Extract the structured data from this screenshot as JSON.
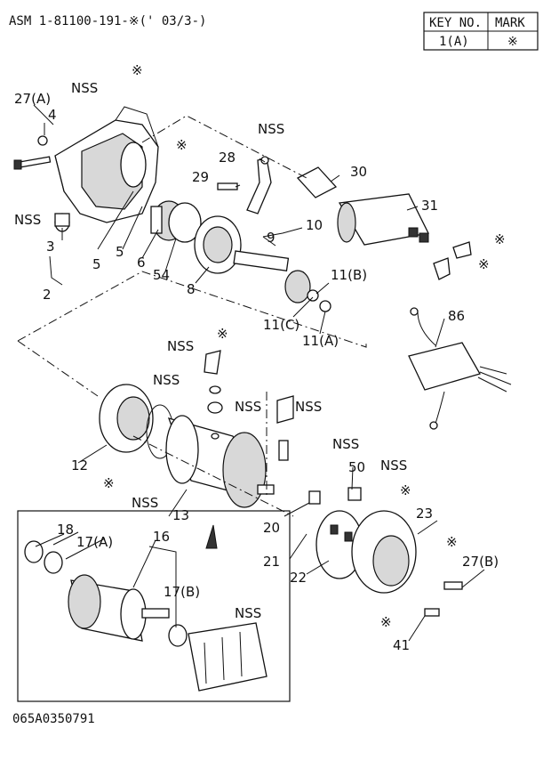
{
  "header": {
    "assembly": "ASM 1-81100-191-※(' 03/3-)",
    "key_table": {
      "col_key": "KEY NO.",
      "col_mark": "MARK",
      "key_value": "1(A)",
      "mark_value": "※"
    }
  },
  "footer": {
    "drawing_number": "065A0350791"
  },
  "labels": {
    "l27a": "27(A)",
    "l4": "4",
    "l3": "3",
    "l2": "2",
    "l5a": "5",
    "l5b": "5",
    "l6": "6",
    "l54": "54",
    "l8": "8",
    "l9": "9",
    "l10": "10",
    "l28": "28",
    "l29": "29",
    "l30": "30",
    "l31": "31",
    "l11b": "11(B)",
    "l11c": "11(C)",
    "l11a": "11(A)",
    "l86": "86",
    "l12": "12",
    "l13": "13",
    "l20": "20",
    "l21": "21",
    "l22": "22",
    "l23": "23",
    "l50": "50",
    "l27b": "27(B)",
    "l41": "41",
    "l16": "16",
    "l17a": "17(A)",
    "l17b": "17(B)",
    "l18": "18",
    "nss": "NSS",
    "star": "※"
  }
}
